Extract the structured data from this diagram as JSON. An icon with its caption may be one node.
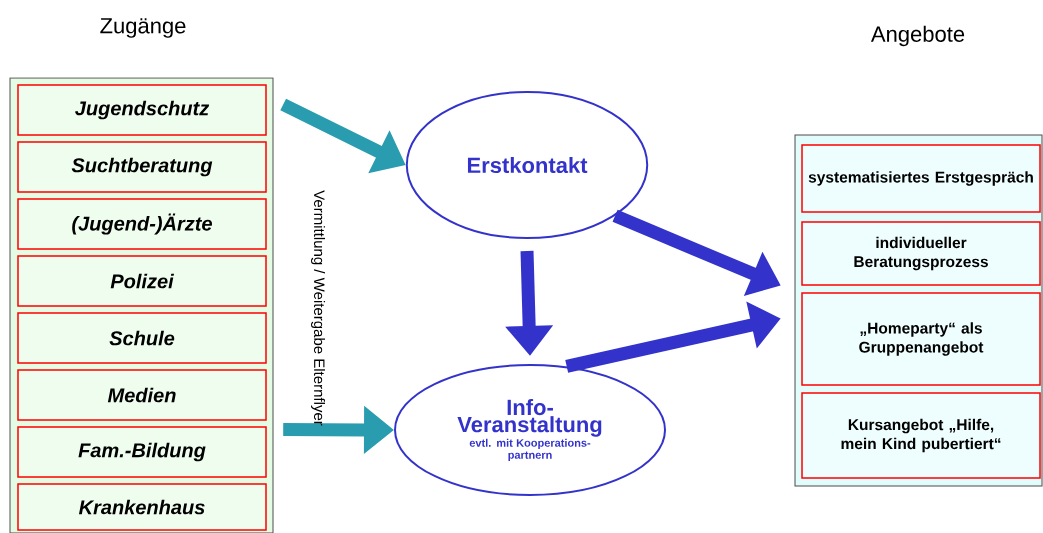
{
  "diagram": {
    "nodes": [
      {
        "text": [
          "Zugänge"
        ]
      },
      {
        "text": [
          "Jugendschutz"
        ],
        "in": 0
      },
      {
        "text": [
          "Suchtberatung"
        ],
        "in": 0
      },
      {
        "text": [
          "(Jugend-)Ärzte"
        ],
        "in": 0
      },
      {
        "text": [
          "Polizei"
        ],
        "in": 0
      },
      {
        "text": [
          "Schule"
        ],
        "in": 0
      },
      {
        "text": [
          "Medien"
        ],
        "in": 0
      },
      {
        "text": [
          "Fam.-Bildung"
        ],
        "in": 0
      },
      {
        "text": [
          "Krankenhaus"
        ],
        "in": 0
      },
      {
        "text": [
          "Erstkontakt"
        ]
      },
      {
        "text": [
          "Info- Veranstaltung",
          "evtl. mit Kooperations- partnern"
        ]
      },
      {
        "text": [
          "Angebote"
        ]
      },
      {
        "text": [
          "systematisiertes Erstgespräch"
        ],
        "in": 11
      },
      {
        "text": [
          "individueller Beratungsprozess"
        ],
        "in": 11
      },
      {
        "text": [
          "„Homeparty“ als Gruppenangebot"
        ],
        "in": 11
      },
      {
        "text": [
          "Kursangebot „Hilfe, mein Kind pubertiert“"
        ],
        "in": 11
      }
    ],
    "edges": [
      {
        "from": 0,
        "to": 9,
        "arrow": "to",
        "color": "#2a9cb0"
      },
      {
        "from": 0,
        "to": 10,
        "arrow": "to",
        "color": "#2a9cb0"
      },
      {
        "from": 9,
        "to": 10,
        "arrow": "to"
      },
      {
        "from": 9,
        "to": 11,
        "arrow": "to"
      },
      {
        "from": 10,
        "to": 11,
        "arrow": "to"
      }
    ],
    "labels": [
      "Vermittlung / Weitergabe Elternflyer"
    ]
  }
}
